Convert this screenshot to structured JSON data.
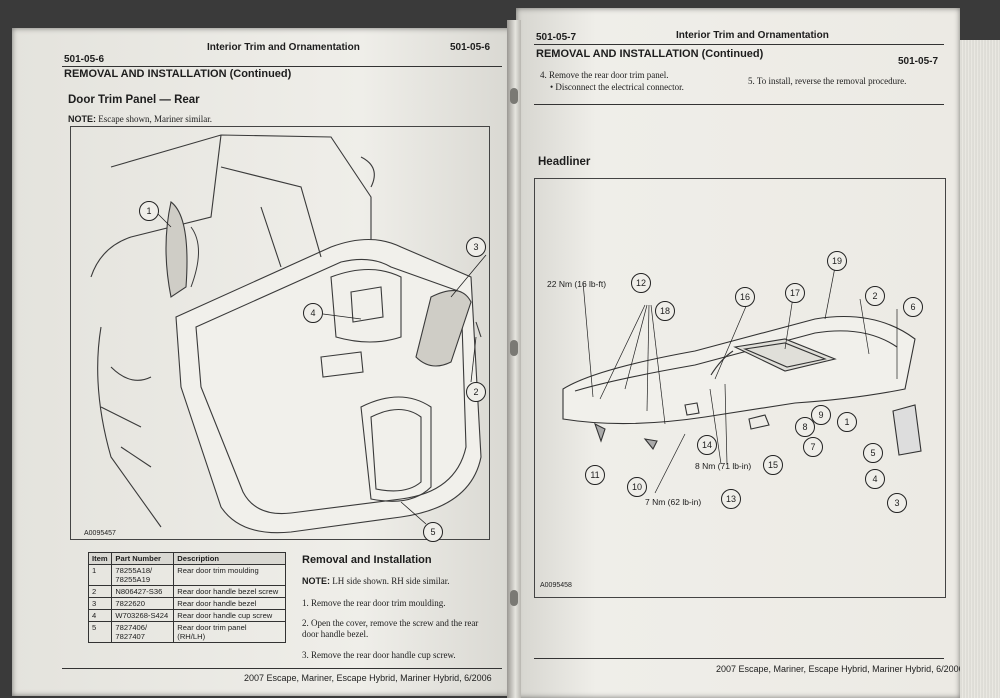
{
  "left_page": {
    "page_number_left": "501-05-6",
    "section_title": "Interior Trim and Ornamentation",
    "page_number_right": "501-05-6",
    "heading": "REMOVAL AND INSTALLATION (Continued)",
    "subheading": "Door Trim Panel — Rear",
    "note_label": "NOTE:",
    "note_text": "Escape shown, Mariner similar.",
    "figure_id": "A0095457",
    "callouts": [
      "1",
      "2",
      "3",
      "4",
      "5"
    ],
    "table": {
      "headers": [
        "Item",
        "Part Number",
        "Description"
      ],
      "rows": [
        [
          "1",
          "78255A18/\n78255A19",
          "Rear door trim moulding"
        ],
        [
          "2",
          "N806427-S36",
          "Rear door handle bezel screw"
        ],
        [
          "3",
          "7822620",
          "Rear door handle bezel"
        ],
        [
          "4",
          "W703268-S424",
          "Rear door handle cup screw"
        ],
        [
          "5",
          "7827406/\n7827407",
          "Rear door trim panel\n(RH/LH)"
        ]
      ]
    },
    "procedure_title": "Removal and Installation",
    "procedure_note_label": "NOTE:",
    "procedure_note": "LH side shown. RH side similar.",
    "steps": [
      "1.   Remove the rear door trim moulding.",
      "2.   Open the cover, remove the screw and the rear",
      "      door handle bezel.",
      "3.   Remove the rear door handle cup screw."
    ],
    "footer": "2007 Escape, Mariner, Escape Hybrid, Mariner Hybrid, 6/2006"
  },
  "right_page": {
    "page_number_left": "501-05-7",
    "section_title": "Interior Trim and Ornamentation",
    "page_number_right": "501-05-7",
    "heading": "REMOVAL AND INSTALLATION (Continued)",
    "step4": "4.   Remove the rear door trim panel.",
    "step4_bullet": "•   Disconnect the electrical connector.",
    "step5": "5.   To install, reverse the removal procedure.",
    "subheading": "Headliner",
    "figure_id": "A0095458",
    "torques": [
      "22 Nm (16 lb-ft)",
      "8 Nm (71 lb-in)",
      "7 Nm (62 lb-in)"
    ],
    "callouts": [
      "1",
      "2",
      "3",
      "4",
      "5",
      "6",
      "7",
      "8",
      "9",
      "10",
      "11",
      "12",
      "13",
      "14",
      "15",
      "16",
      "17",
      "18",
      "19"
    ],
    "footer": "2007 Escape, Mariner, Escape Hybrid, Mariner Hybrid, 6/2006"
  }
}
